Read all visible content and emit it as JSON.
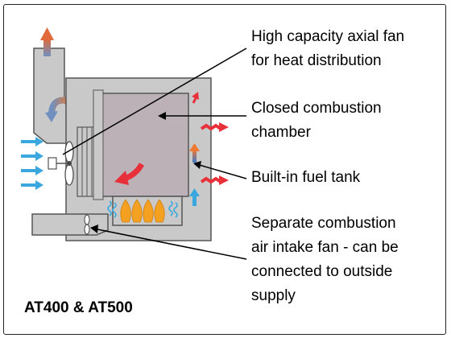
{
  "labels": {
    "fan": [
      "High capacity axial fan",
      "for heat distribution"
    ],
    "chamber": [
      "Closed combustion",
      "chamber"
    ],
    "tank": [
      "Built-in fuel tank"
    ],
    "intake": [
      "Separate combustion",
      "air intake fan - can be",
      "connected to outside",
      "supply"
    ]
  },
  "caption": "AT400 & AT500",
  "colors": {
    "heater_body": "#c9c9c9",
    "chamber": "#bdb1b8",
    "outline": "#555555",
    "warm_air_arrow": "#e8303a",
    "cold_air_arrow": "#3aa8de",
    "flame": "#f4a020"
  }
}
